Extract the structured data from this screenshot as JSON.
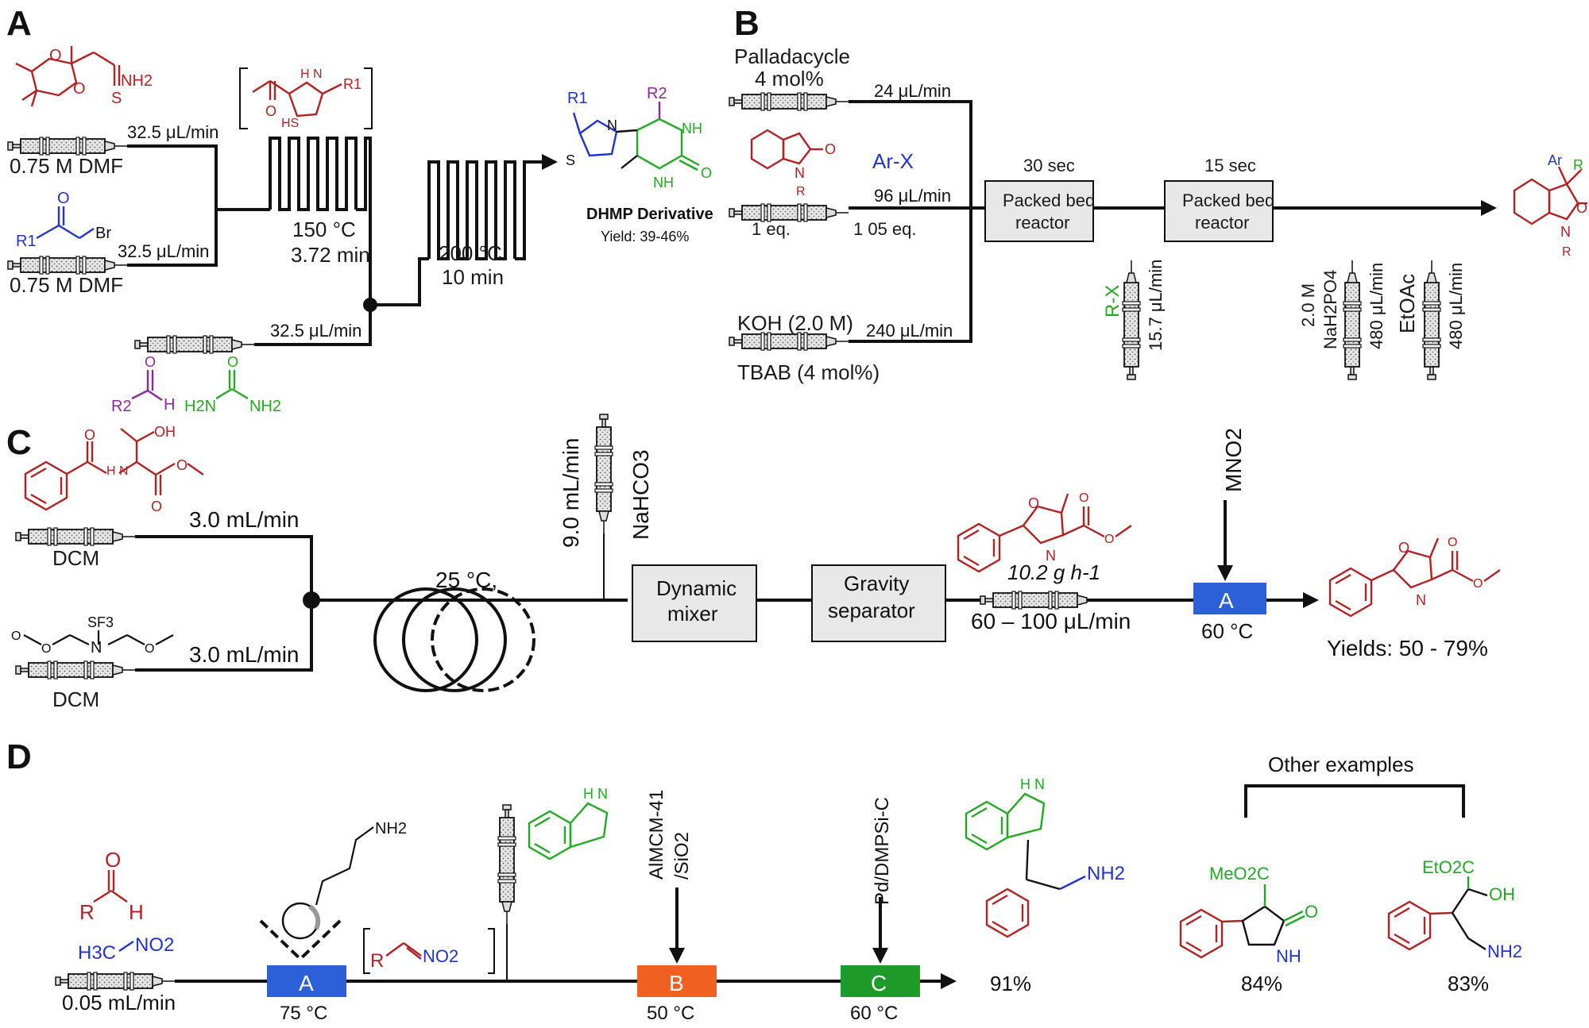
{
  "colors": {
    "red": "#b22222",
    "blue": "#2233cc",
    "green": "#22aa22",
    "purple": "#8a2a9a",
    "reactor_blue": "#2d5fd8",
    "reactor_orange": "#f06020",
    "reactor_green": "#1e9a2a"
  },
  "panel_a": {
    "label": "A",
    "thioamide_nh2": "NH2",
    "thioamide_s": "S",
    "r1": "R1",
    "br": "Br",
    "intermediate_nh": "H N",
    "intermediate_r1": "R1",
    "intermediate_hs": "HS",
    "intermediate_o": "O",
    "rate1": "32.5 μL/min",
    "rate2": "32.5 μL/min",
    "rate3": "32.5 μL/min",
    "reagent1": "0.75 M DMF",
    "reagent2": "0.75 M DMF",
    "temp1": "150 °C",
    "time1": "3.72 min",
    "temp2": "200 °C",
    "time2": "10 min",
    "aldehyde_r2": "R2",
    "aldehyde_h": "H",
    "urea_left": "H2N",
    "urea_right": "NH2",
    "product_name": "DHMP Derivative",
    "yield": "Yield: 39-46%",
    "product_r1": "R1",
    "product_r2": "R2",
    "product_n": "N",
    "product_s": "S",
    "product_nh": "NH",
    "product_o": "O"
  },
  "panel_b": {
    "label": "B",
    "palladacycle": "Palladacycle",
    "pd_loading": "4 mol%",
    "rate1": "24 μL/min",
    "arx": "Ar-X",
    "eq1": "1 eq.",
    "eq2": "1 05 eq.",
    "rate2": "96 μL/min",
    "koh": "KOH (2.0 M)",
    "tbab": "TBAB (4 mol%)",
    "rate3": "240 μL/min",
    "time1": "30 sec",
    "time2": "15 sec",
    "reactor1_line1": "Packed bed",
    "reactor1_line2": "reactor",
    "reactor2_line1": "Packed bed",
    "reactor2_line2": "reactor",
    "rx": "R-X",
    "rx_rate": "15.7 μL/min",
    "nah2po4_conc": "2.0 M",
    "nah2po4": "NaH2PO4",
    "nah2po4_rate": "480 μL/min",
    "etoac": "EtOAc",
    "etoac_rate": "480 μL/min",
    "product_ar": "Ar",
    "product_r": "R",
    "product_o": "O",
    "product_n": "N",
    "oxindole_o": "O",
    "oxindole_n": "N",
    "oxindole_r": "R"
  },
  "panel_c": {
    "label": "C",
    "oh": "OH",
    "nh": "H N",
    "solvent1": "DCM",
    "solvent2": "DCM",
    "rate1": "3.0 mL/min",
    "rate2": "3.0 mL/min",
    "sf3": "SF3",
    "n": "N",
    "coil_temp": "25 °C,",
    "nahco3_rate": "9.0 mL/min",
    "nahco3": "NaHCO3",
    "mixer_line1": "Dynamic",
    "mixer_line2": "mixer",
    "separator_line1": "Gravity",
    "separator_line2": "separator",
    "productivity": "10.2 g h-1",
    "flow_rate": "60 – 100 μL/min",
    "oxidant": "MNO2",
    "reactor": "A",
    "reactor_temp": "60 °C",
    "yields": "Yields: 50 - 79%",
    "oxazoline_o": "O",
    "oxazoline_n": "N",
    "oxazole_o": "O",
    "oxazole_n": "N"
  },
  "panel_d": {
    "label": "D",
    "aldehyde_r": "R",
    "aldehyde_h": "H",
    "aldehyde_o": "O",
    "nitromethane": "H3C",
    "no2": "NO2",
    "flow_rate": "0.05 mL/min",
    "reactor_a": "A",
    "temp_a": "75 °C",
    "amine": "NH2",
    "nitroalkene_r": "R",
    "nitroalkene_no2": "NO2",
    "indole_nh": "H N",
    "catalyst_b1": "AlMCM-41",
    "catalyst_b2": "/SiO2",
    "reactor_b": "B",
    "temp_b": "50 °C",
    "catalyst_c": "Pd/DMPSi-C",
    "reactor_c": "C",
    "temp_c": "60 °C",
    "product_nh2": "NH2",
    "product_nh": "H N",
    "yield_main": "91%",
    "other_examples": "Other examples",
    "ex1_ester": "MeO2C",
    "ex1_o": "O",
    "ex1_nh": "NH",
    "ex1_yield": "84%",
    "ex2_ester": "EtO2C",
    "ex2_oh": "OH",
    "ex2_nh2": "NH2",
    "ex2_yield": "83%"
  }
}
